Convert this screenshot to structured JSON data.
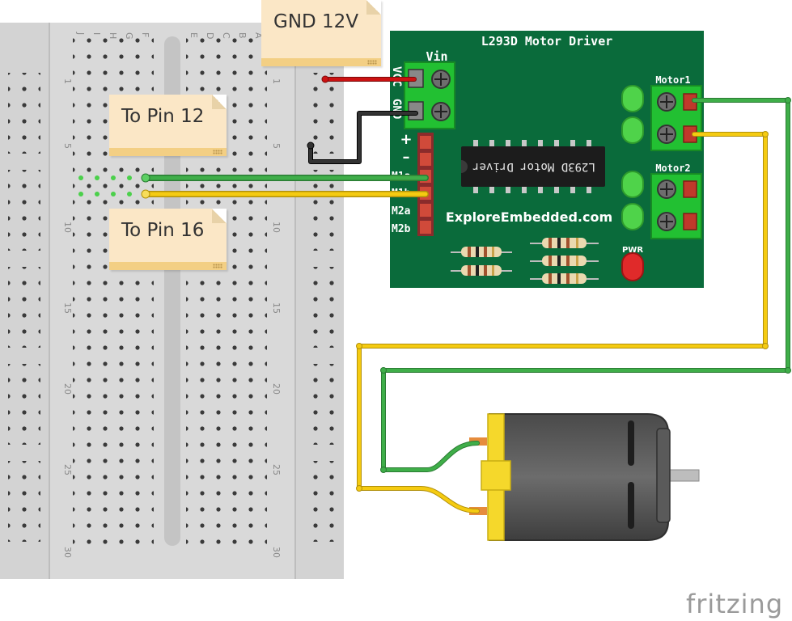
{
  "notes": {
    "gnd": "GND 12V",
    "pin12": "To Pin 12",
    "pin16": "To Pin 16"
  },
  "driver": {
    "title": "L293D Motor Driver",
    "vin": "Vin",
    "vcc": "VCC",
    "gnd": "GND",
    "plus": "+",
    "minus": "–",
    "m1a": "M1a",
    "m1b": "M1b",
    "m2a": "M2a",
    "m2b": "M2b",
    "motor1": "Motor1",
    "motor2": "Motor2",
    "chip": "L293D Motor Driver",
    "website": "ExploreEmbedded.com",
    "pwr": "PWR"
  },
  "breadboard": {
    "columns": [
      "J",
      "I",
      "H",
      "G",
      "F",
      "E",
      "D",
      "C",
      "B",
      "A"
    ],
    "rows": [
      "1",
      "5",
      "10",
      "15",
      "20",
      "25",
      "30"
    ]
  },
  "colors": {
    "red_wire": "#cc1111",
    "black_wire": "#222222",
    "green_wire": "#3fae49",
    "yellow_wire": "#f5cb11",
    "board": "#0a6b3b",
    "terminal": "#22c032"
  },
  "logo": "fritzing"
}
